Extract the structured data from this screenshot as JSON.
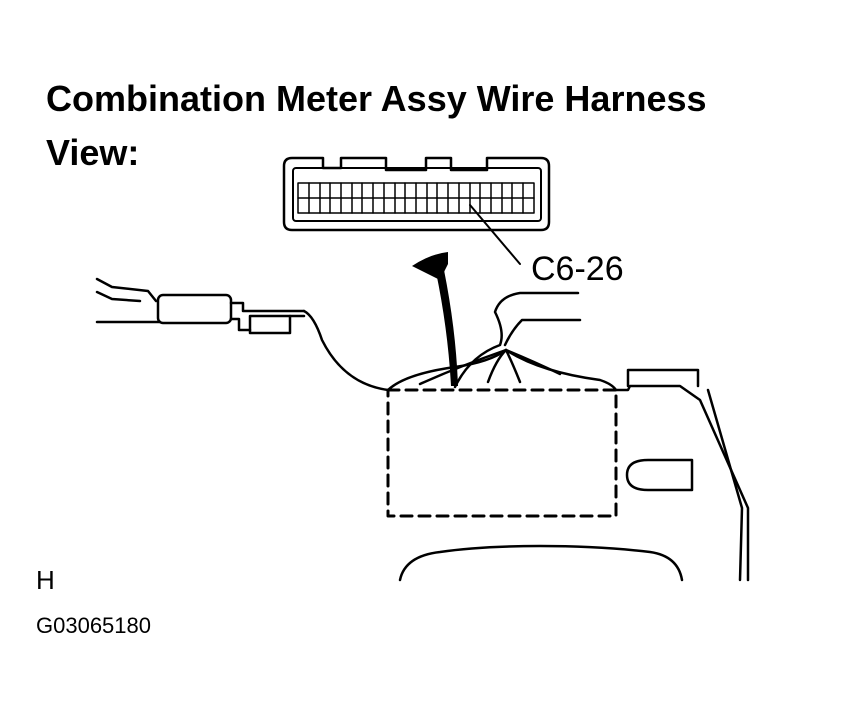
{
  "title": "Combination  Meter Assy Wire Harness\nView:",
  "connector_label": "C6-26",
  "side_marker": "H",
  "figure_id": "G03065180",
  "colors": {
    "ink": "#000000",
    "paper": "#ffffff"
  }
}
